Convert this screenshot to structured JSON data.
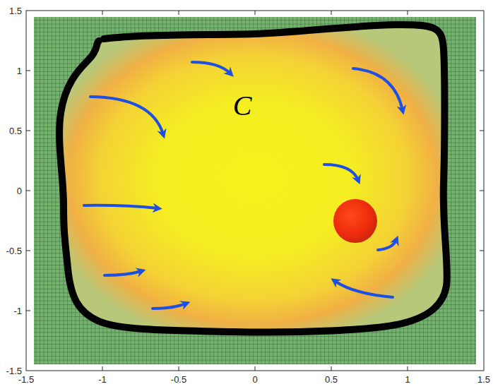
{
  "diagram": {
    "nodes": [
      {
        "text": [
          "C"
        ]
      }
    ],
    "labels": [
      "1.5",
      "1",
      "0.5",
      "0",
      "-0.5",
      "-1",
      "-1.5",
      "-1.5",
      "-1",
      "-0.5",
      "0",
      "0.5",
      "1",
      "1.5"
    ]
  }
}
